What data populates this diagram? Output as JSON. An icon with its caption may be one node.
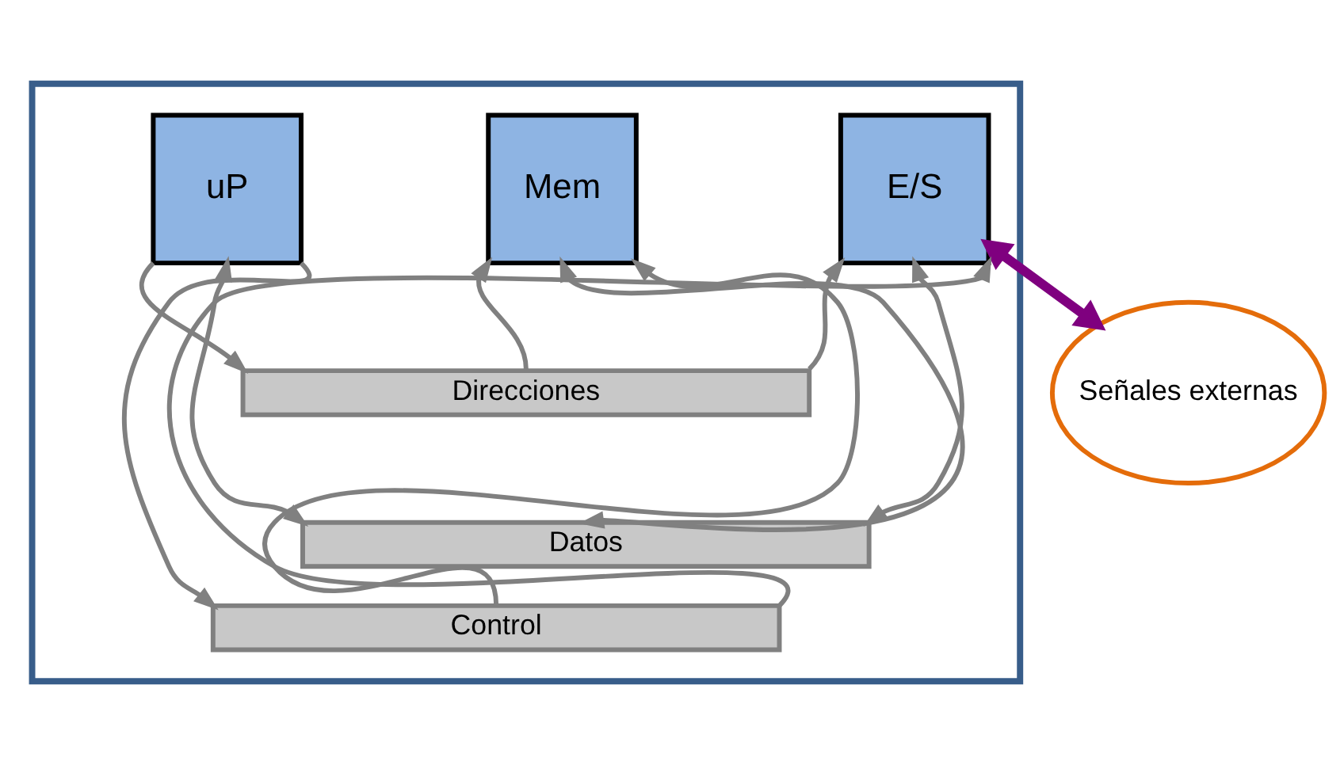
{
  "diagram": {
    "nodes": [
      {
        "text": [],
        "shape": "box"
      },
      {
        "text": [
          "uP"
        ],
        "in": 0
      },
      {
        "text": [
          "Mem"
        ],
        "in": 0
      },
      {
        "text": [
          "E/S"
        ],
        "in": 0
      },
      {
        "text": [
          "Direcciones"
        ],
        "in": 0
      },
      {
        "text": [
          "Datos"
        ],
        "in": 0
      },
      {
        "text": [
          "Control"
        ],
        "in": 0
      },
      {
        "text": [
          "Señales externas"
        ]
      }
    ],
    "edges": [
      {
        "from": 1,
        "to": 4,
        "arrow": "to"
      },
      {
        "from": 1,
        "to": 5,
        "arrow": "both"
      },
      {
        "from": 1,
        "to": 6,
        "arrow": "to"
      },
      {
        "from": 4,
        "to": 2,
        "arrow": "to"
      },
      {
        "from": 2,
        "to": 5,
        "arrow": "both"
      },
      {
        "from": 6,
        "to": 2,
        "arrow": "to"
      },
      {
        "from": 4,
        "to": 3,
        "arrow": "to"
      },
      {
        "from": 3,
        "to": 5,
        "arrow": "both"
      },
      {
        "from": 6,
        "to": 3,
        "arrow": "to"
      },
      {
        "from": 3,
        "to": 7,
        "arrow": "both",
        "style": "thick",
        "color": "#7f007f"
      }
    ]
  }
}
